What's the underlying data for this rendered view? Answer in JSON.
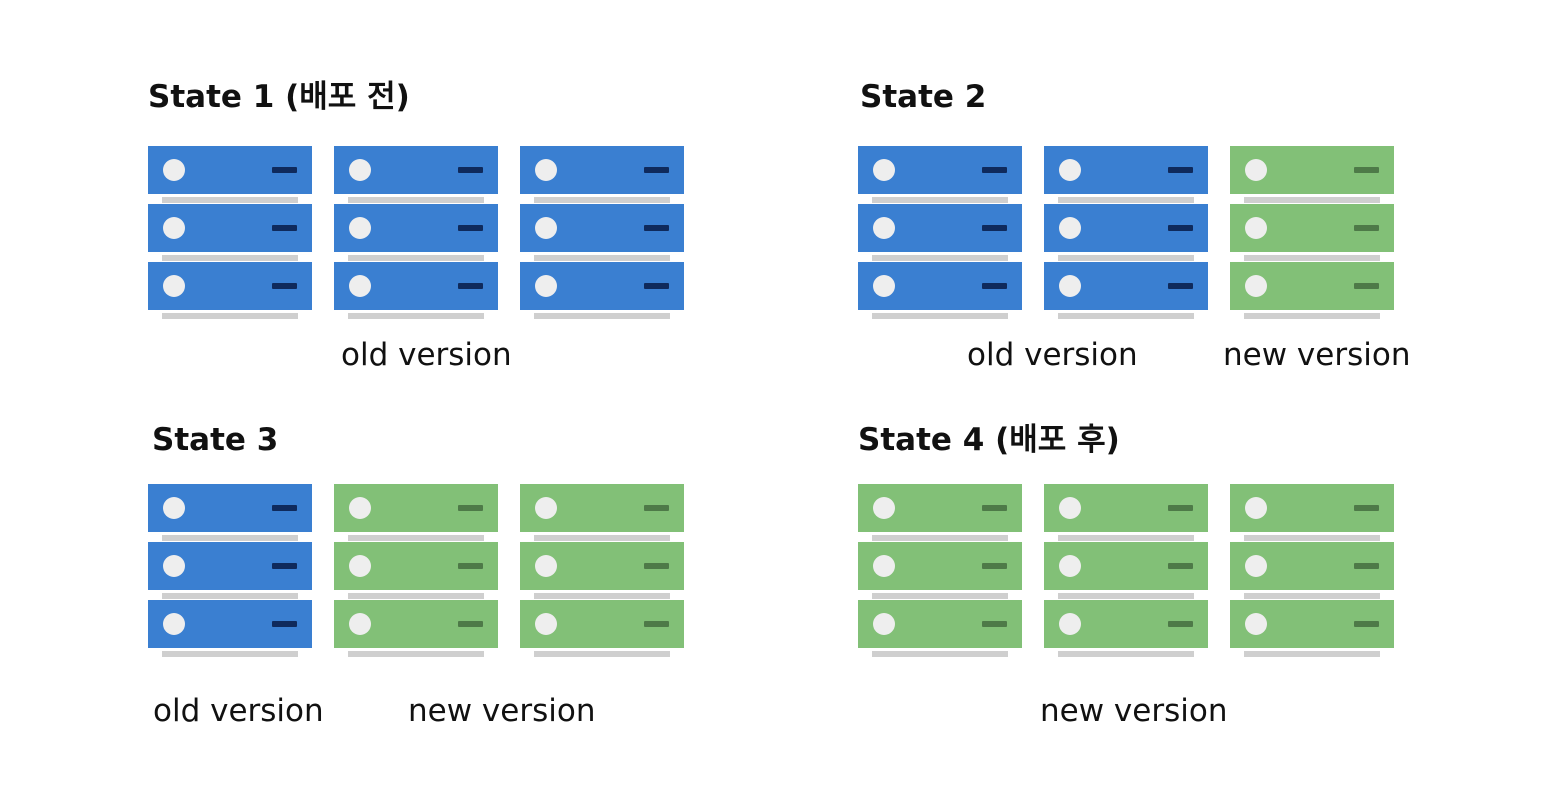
{
  "colors": {
    "old": "#3a7fd1",
    "new": "#82c077",
    "background": "#ffffff"
  },
  "states": [
    {
      "title": "State 1 (배포 전)",
      "servers": [
        "old",
        "old",
        "old"
      ],
      "captions": [
        "old version"
      ]
    },
    {
      "title": "State 2",
      "servers": [
        "old",
        "old",
        "new"
      ],
      "captions": [
        "old version",
        "new version"
      ]
    },
    {
      "title": "State 3",
      "servers": [
        "old",
        "new",
        "new"
      ],
      "captions": [
        "old version",
        "new version"
      ]
    },
    {
      "title": "State 4 (배포 후)",
      "servers": [
        "new",
        "new",
        "new"
      ],
      "captions": [
        "new version"
      ]
    }
  ]
}
